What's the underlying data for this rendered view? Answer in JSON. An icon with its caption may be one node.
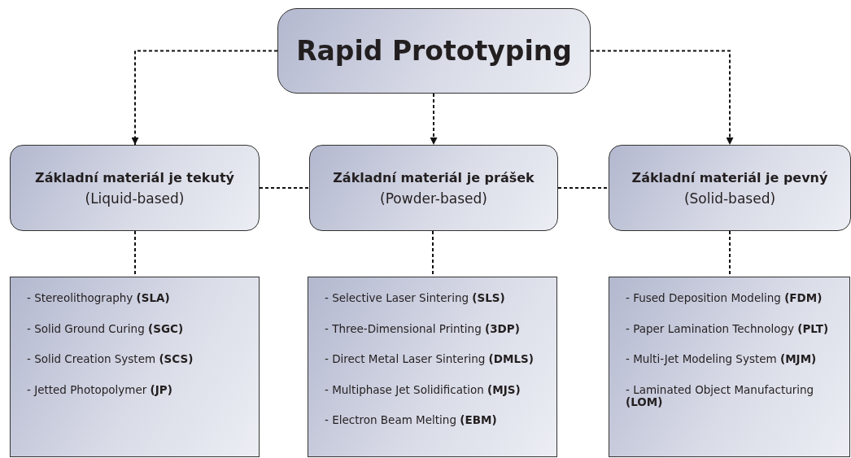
{
  "diagram": {
    "nodes": [
      {
        "text": [
          "Rapid Prototyping"
        ]
      },
      {
        "text": [
          "Základní materiál je tekutý",
          "(Liquid-based)"
        ]
      },
      {
        "text": [
          "Základní materiál je prášek",
          "(Powder-based)"
        ]
      },
      {
        "text": [
          "Základní materiál je pevný",
          "(Solid-based)"
        ]
      },
      {
        "text": [
          "- Stereolithography **(SLA)**",
          "- Solid Ground Curing **(SGC)**",
          "- Solid Creation System **(SCS)**",
          "- Jetted Photopolymer **(JP)**"
        ]
      },
      {
        "text": [
          "- Selective Laser Sintering **(SLS)**",
          "- Three-Dimensional Printing **(3DP)**",
          "- Direct Metal Laser Sintering **(DMLS)**",
          "- Multiphase Jet Solidification **(MJS)**",
          "- Electron Beam Melting **(EBM)**"
        ]
      },
      {
        "text": [
          "- Fused Deposition Modeling **(FDM)**",
          "- Paper Lamination Technology **(PLT)**",
          "- Multi-Jet Modeling System **(MJM)**",
          "- Laminated Object Manufacturing **(LOM)**"
        ]
      }
    ],
    "edges": [
      {
        "from": 0,
        "to": 1,
        "arrow": "to",
        "style": "dashed"
      },
      {
        "from": 0,
        "to": 2,
        "arrow": "to",
        "style": "dashed"
      },
      {
        "from": 0,
        "to": 3,
        "arrow": "to",
        "style": "dashed"
      },
      {
        "from": 1,
        "to": 2,
        "arrow": "none",
        "style": "dashed"
      },
      {
        "from": 2,
        "to": 3,
        "arrow": "none",
        "style": "dashed"
      },
      {
        "from": 1,
        "to": 4,
        "arrow": "none",
        "style": "dashed"
      },
      {
        "from": 2,
        "to": 5,
        "arrow": "none",
        "style": "dashed"
      },
      {
        "from": 3,
        "to": 6,
        "arrow": "none",
        "style": "dashed"
      }
    ]
  }
}
